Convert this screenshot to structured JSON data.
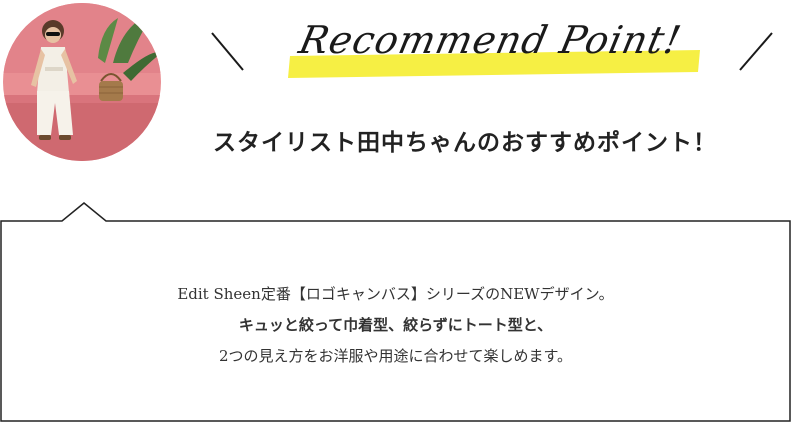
{
  "avatar": {
    "icon": "stylist-photo"
  },
  "header": {
    "script_title": "Recommend Point!",
    "subtitle": "スタイリスト田中ちゃんのおすすめポイント！",
    "highlight_color": "#f5ee3a",
    "slash_color": "#1a1a1a"
  },
  "bubble": {
    "lines": [
      "Edit Sheen定番【ロゴキャンバス】シリーズのNEWデザイン。",
      "キュッと絞って巾着型、絞らずにトート型と、",
      "2つの見え方をお洋服や用途に合わせて楽しめます。"
    ],
    "border_color": "#222222"
  }
}
